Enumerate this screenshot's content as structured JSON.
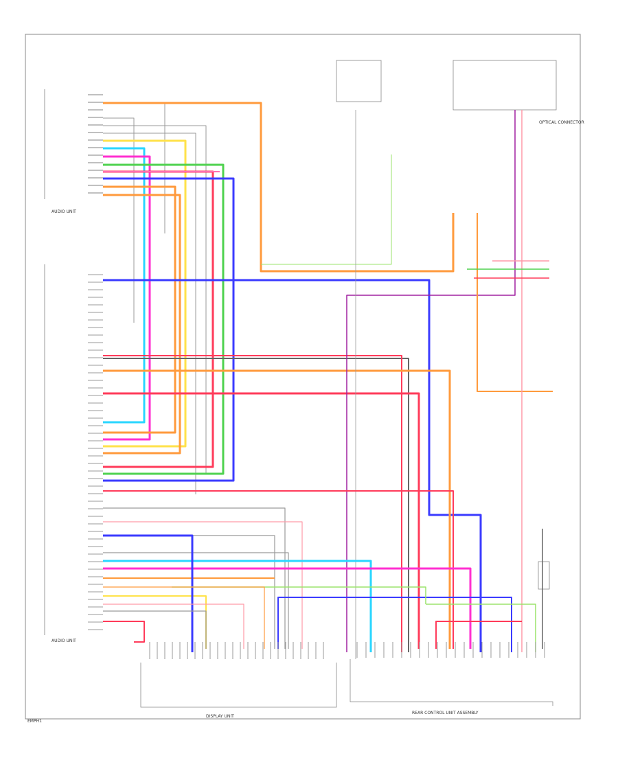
{
  "frame_border_color": "#888888",
  "wire_colors": {
    "orange": "#ff9a3c",
    "blue": "#3b3bff",
    "red": "#ff3b5a",
    "pink": "#ff6fb0",
    "magenta": "#ff2fd0",
    "cyan": "#29d6ff",
    "green": "#4fd24f",
    "light_green": "#9be36b",
    "yellow": "#ffe24a",
    "gray": "#9a9a9a",
    "dark_gray": "#666666",
    "light_red": "#ff9aa8",
    "purple": "#a020a0"
  },
  "labels": {
    "audio_unit_top_block": "AUDIO UNIT",
    "audio_unit_bottom": "AUDIO UNIT",
    "optical_connector": "OPTICAL CONNECTOR",
    "bottom_left_connector": "DISPLAY UNIT",
    "bottom_right_connector": "REAR CONTROL UNIT ASSEMBLY",
    "page_code": "EMPH1"
  }
}
